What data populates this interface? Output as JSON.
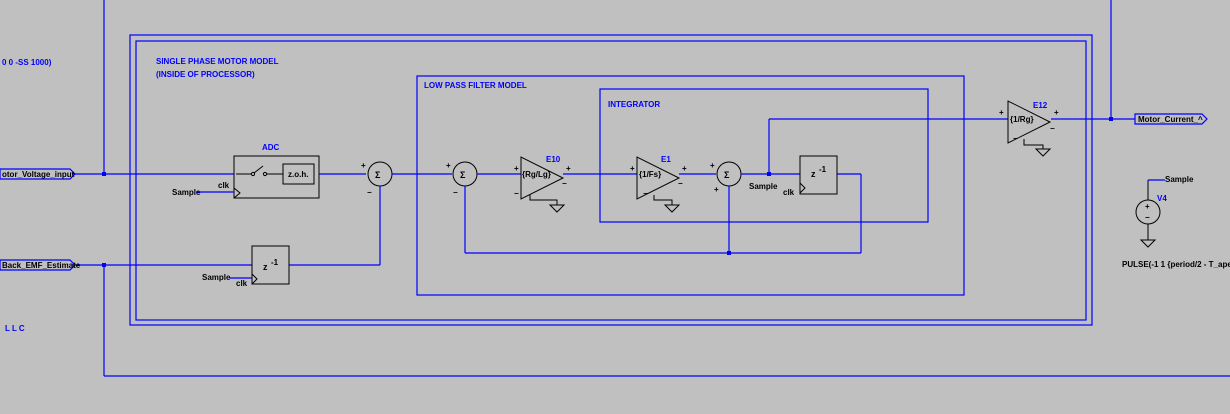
{
  "outer_labels": {
    "sim_directive": "0 0 -SS 1000)",
    "port_motor_voltage": "otor_Voltage_input",
    "port_back_emf": "Back_EMF_Estimate",
    "port_motor_current": "Motor_Current_^",
    "llc_label": "L L C",
    "pulse_source": "PULSE(-1 1 {period/2 - T_aper"
  },
  "motor_model": {
    "title_line1": "SINGLE PHASE MOTOR MODEL",
    "title_line2": "(INSIDE OF PROCESSOR)"
  },
  "adc": {
    "label": "ADC",
    "zoh_label": "z.o.h.",
    "sample_label": "Sample",
    "clk_label": "clk"
  },
  "delay_backemf": {
    "z_label": "z",
    "exp_label": "-1",
    "sample_label": "Sample",
    "clk_label": "clk"
  },
  "lpf": {
    "title": "LOW PASS FILTER MODEL",
    "gain_e10_name": "E10",
    "gain_e10_expr": "{Rg/Lg}"
  },
  "integrator": {
    "title": "INTEGRATOR",
    "gain_e1_name": "E1",
    "gain_e1_expr": "{1/Fs}",
    "z_label": "z",
    "exp_label": "-1",
    "sample_label": "Sample",
    "clk_label": "clk"
  },
  "gain_e12": {
    "name": "E12",
    "expr": "{1/Rg}"
  },
  "source_v4": {
    "name": "V4",
    "node_label": "Sample"
  },
  "symbols": {
    "sigma": "Σ",
    "plus": "+",
    "minus": "−"
  },
  "colors": {
    "background": "#c0c0c0",
    "wire": "#0000ff",
    "component": "#000000"
  }
}
